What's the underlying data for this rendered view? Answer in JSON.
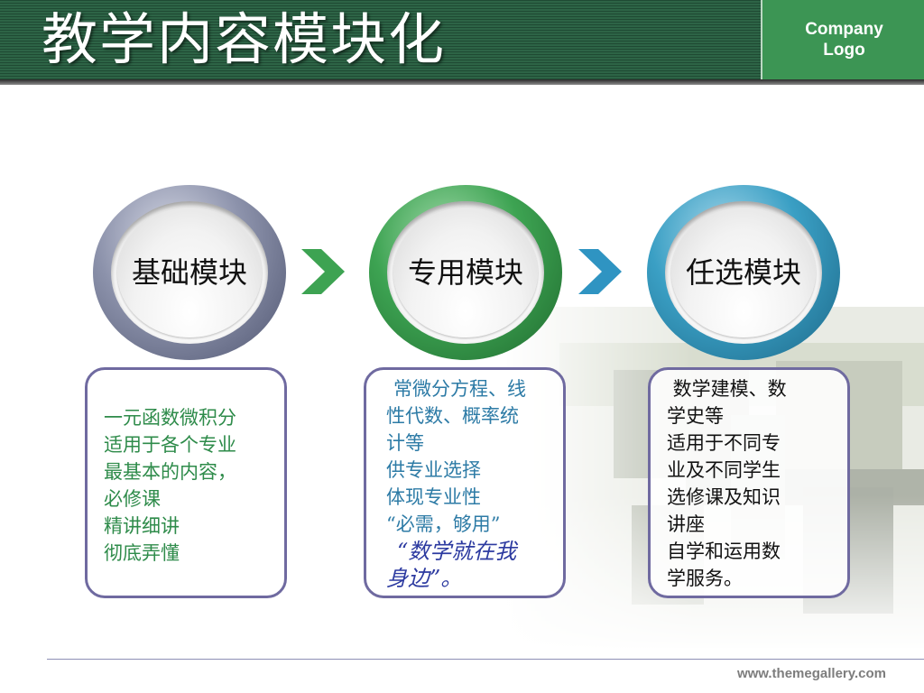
{
  "header": {
    "title": "教学内容模块化",
    "logo_line1": "Company",
    "logo_line2": "Logo"
  },
  "colors": {
    "header_green": "#2d6446",
    "logo_green": "#3c9554",
    "arrow_green": "#3da352",
    "arrow_blue": "#2f94c2",
    "box_border": "#6f6aa0"
  },
  "modules": [
    {
      "label": "基础模块",
      "color": "#8c92ab"
    },
    {
      "label": "专用模块",
      "color": "#3da352"
    },
    {
      "label": "任选模块",
      "color": "#3a9fc4"
    }
  ],
  "boxes": [
    {
      "lines": [
        "一元函数微积分",
        "适用于各个专业",
        "最基本的内容，",
        "必修课",
        "精讲细讲",
        "彻底弄懂"
      ]
    },
    {
      "lines": [
        "常微分方程、线",
        "性代数、概率统",
        "计等",
        "供专业选择",
        "体现专业性",
        "“必需，够用”"
      ],
      "emphasis_lines": [
        "“数学就在我",
        "身边”。"
      ]
    },
    {
      "lines": [
        " 数学建模、数",
        "学史等",
        "适用于不同专",
        "业及不同学生",
        "选修课及知识",
        "讲座",
        "自学和运用数",
        "学服务。"
      ]
    }
  ],
  "footer": {
    "site": "www.themegallery.com"
  }
}
